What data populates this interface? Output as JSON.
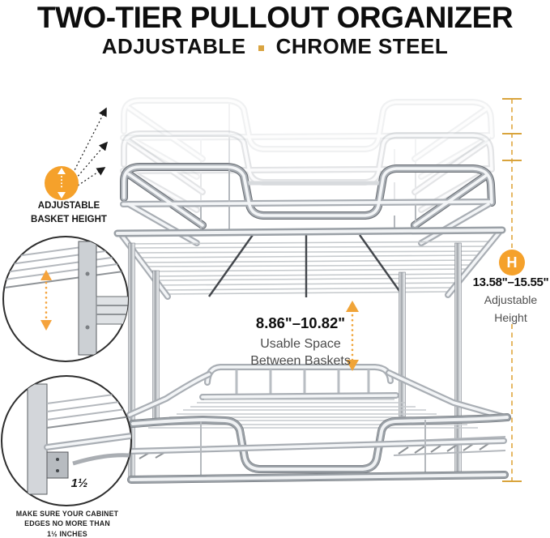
{
  "header": {
    "title": "TWO-TIER PULLOUT ORGANIZER",
    "subtitle": {
      "left": "ADJUSTABLE",
      "right": "CHROME STEEL"
    }
  },
  "callouts": {
    "basket_height": {
      "line1": "ADJUSTABLE",
      "line2": "BASKET HEIGHT"
    },
    "usable_space": {
      "value": "8.86\"–10.82\"",
      "line1": "Usable Space",
      "line2": "Between Baskets"
    },
    "overall_height": {
      "badge": "H",
      "value": "13.58\"–15.55\"",
      "line1": "Adjustable",
      "line2": "Height"
    },
    "rail_clearance": {
      "value": "1½"
    },
    "cabinet_note": {
      "line1": "MAKE SURE YOUR CABINET",
      "line2": "EDGES NO MORE THAN",
      "line3": "1½ INCHES"
    }
  },
  "colors": {
    "accent_orange": "#F5A12B",
    "measure_gold": "#DFA63E",
    "title_ink": "#0D0D0D",
    "body_gray": "#4D4D4D"
  }
}
